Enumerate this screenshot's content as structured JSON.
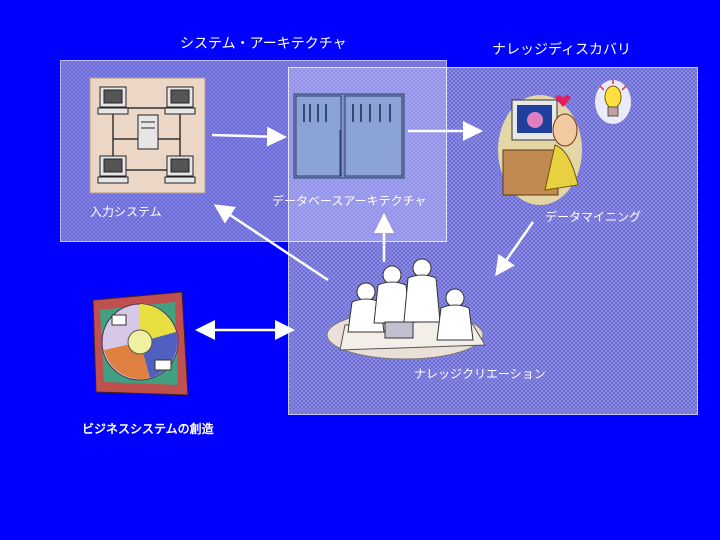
{
  "diagram": {
    "title_system_architecture": "システム・アーキテクチャ",
    "title_knowledge_discovery": "ナレッジディスカバリ",
    "label_input_system": "入力システム",
    "label_database_architecture": "データベースアーキテクチャ",
    "label_data_mining": "データマイニング",
    "label_knowledge_creation": "ナレッジクリエーション",
    "label_business_creation": "ビジネスシステムの創造"
  },
  "icons": {
    "network": "network-computers-icon",
    "database": "database-server-icon",
    "mining": "person-at-computer-icon",
    "idea": "lightbulb-icon",
    "meeting": "team-meeting-icon",
    "business": "business-collage-icon"
  },
  "colors": {
    "background": "#0000ff",
    "region": "#6f6fd8",
    "text": "#ffffff"
  }
}
